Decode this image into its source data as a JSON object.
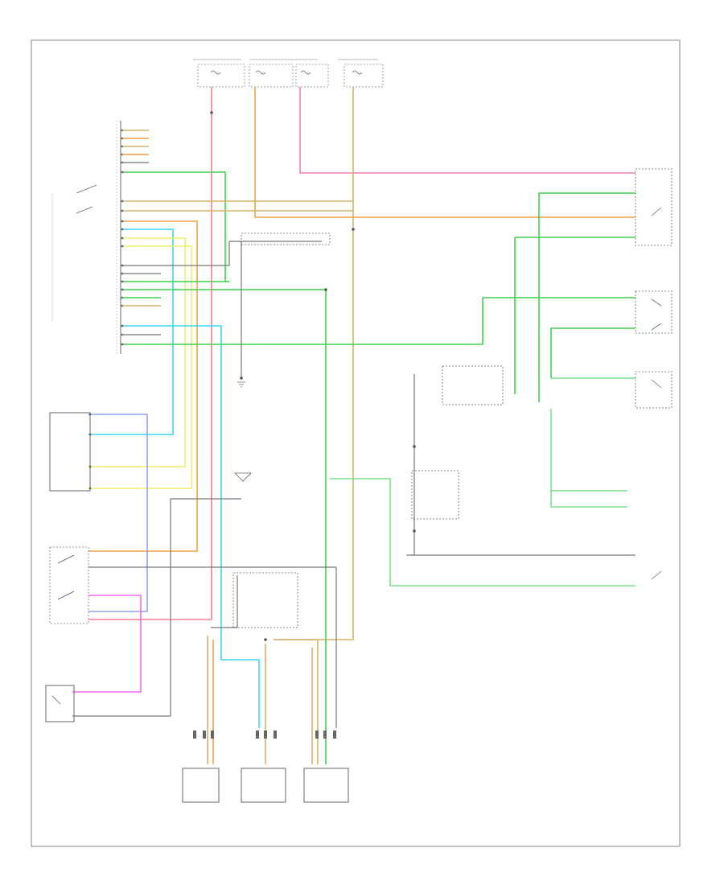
{
  "diagram": {
    "footer_code": "",
    "colors": {
      "red": "#f2808f",
      "pink": "#f47fb3",
      "orange": "#f0a24a",
      "tan": "#d8b16b",
      "green": "#3fd04f",
      "light_green": "#7be08a",
      "cyan": "#37d7f3",
      "blue": "#8fa1f5",
      "yellow": "#f0ef6a",
      "magenta": "#f06af0",
      "gray": "#8c8c8c",
      "dark": "#555555",
      "border": "#9a9a9a"
    },
    "components": [
      {
        "id": "top-fuse-1",
        "label": ""
      },
      {
        "id": "top-fuse-2",
        "label": ""
      },
      {
        "id": "top-fuse-3",
        "label": ""
      },
      {
        "id": "top-fuse-4",
        "label": ""
      },
      {
        "id": "control-module",
        "label": ""
      },
      {
        "id": "blower-resistor",
        "label": ""
      },
      {
        "id": "blower-switch",
        "label": ""
      },
      {
        "id": "blower-motor",
        "label": ""
      },
      {
        "id": "connector-left",
        "label": ""
      },
      {
        "id": "connector-middle",
        "label": ""
      },
      {
        "id": "connector-right",
        "label": ""
      },
      {
        "id": "right-relay",
        "label": ""
      },
      {
        "id": "pressure-switch-1",
        "label": ""
      },
      {
        "id": "pressure-switch-2",
        "label": ""
      },
      {
        "id": "pressure-switch-3",
        "label": ""
      }
    ]
  }
}
